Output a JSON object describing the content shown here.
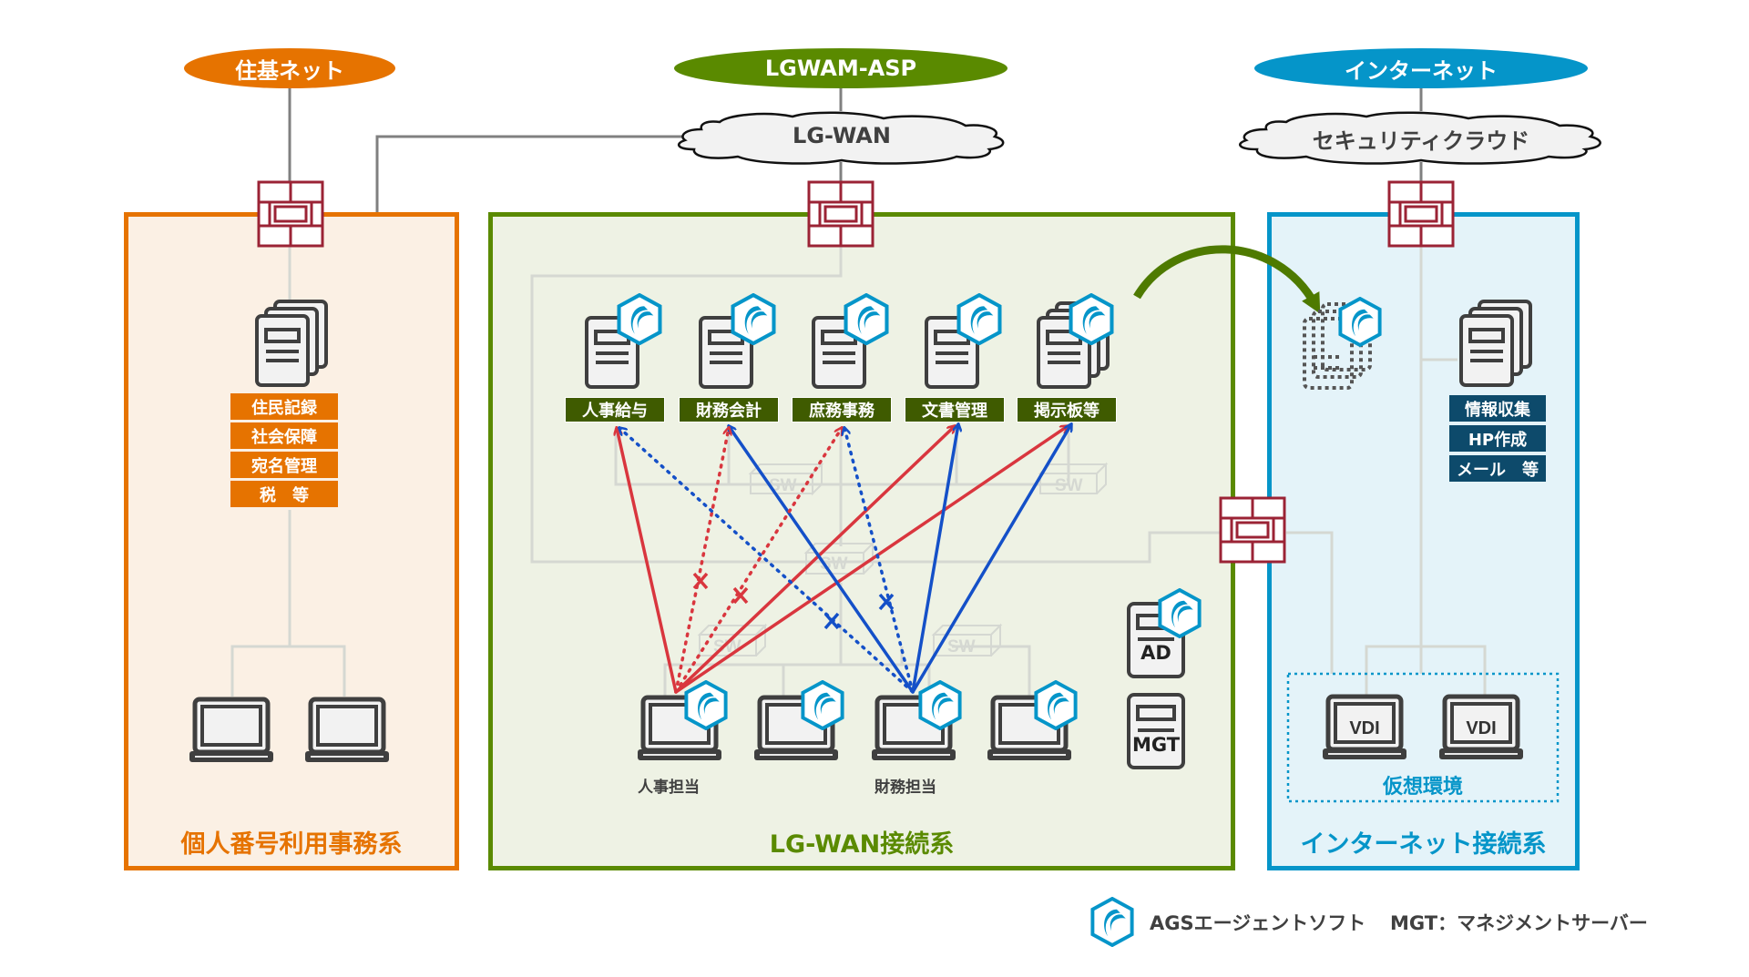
{
  "networks": {
    "juki": "住基ネット",
    "lgwan_asp": "LGWAM-ASP",
    "internet": "インターネット"
  },
  "clouds": {
    "lgwan": "LG-WAN",
    "security_cloud": "セキュリティクラウド"
  },
  "panels": {
    "mynumber": {
      "title": "個人番号利用事務系",
      "color": "#E67300"
    },
    "lgwan": {
      "title": "LG-WAN接続系",
      "color": "#5A8A00"
    },
    "internet": {
      "title": "インターネット接続系",
      "color": "#0595C9"
    }
  },
  "mynumber_services": [
    "住民記録",
    "社会保障",
    "宛名管理",
    "税　等"
  ],
  "lgwan_servers": [
    "人事給与",
    "財務会計",
    "庶務事務",
    "文書管理",
    "掲示板等"
  ],
  "internet_services": [
    "情報収集",
    "HP作成",
    "メール　等"
  ],
  "switch_label": "SW",
  "terminals": {
    "hr": "人事担当",
    "finance": "財務担当"
  },
  "servers": {
    "ad": "AD",
    "mgt": "MGT"
  },
  "vdi": {
    "label": "VDI",
    "group_label": "仮想環境"
  },
  "legend": {
    "agent": "AGSエージェントソフト",
    "mgt": "MGT：マネジメントサーバー"
  },
  "colors": {
    "firewall": "#9B2335",
    "allowed_red": "#D9363E",
    "allowed_blue": "#1450C8",
    "agent_hex": "#0595C9"
  }
}
